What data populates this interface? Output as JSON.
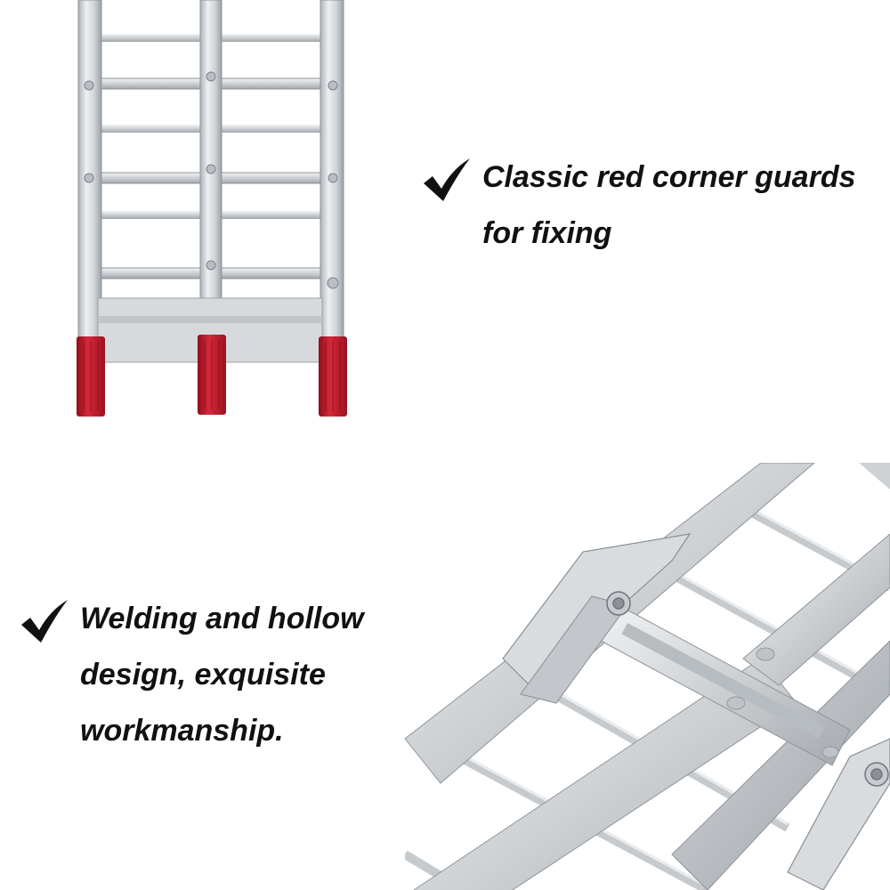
{
  "features": [
    {
      "icon": "checkmark-icon",
      "lines": [
        "Classic red corner guards",
        "for fixing"
      ]
    },
    {
      "icon": "checkmark-icon",
      "lines": [
        "Welding and hollow",
        "design, exquisite",
        "workmanship."
      ]
    }
  ],
  "colors": {
    "aluminum_light": "#e4e6e8",
    "aluminum_mid": "#c8cbce",
    "aluminum_dark": "#9ea3a8",
    "guard_red": "#c41a2a",
    "text": "#111111",
    "background": "#ffffff"
  }
}
